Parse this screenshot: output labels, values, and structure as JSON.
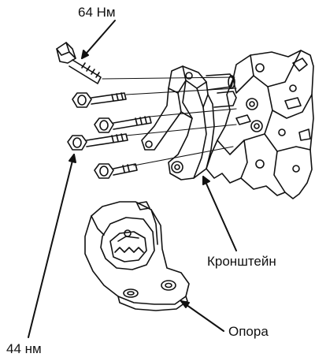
{
  "labels": {
    "torque_top": "64 Нм",
    "bracket": "Кронштейн",
    "support": "Опора",
    "torque_bottom": "44 нм"
  },
  "colors": {
    "ink": "#111111",
    "background": "#ffffff"
  }
}
